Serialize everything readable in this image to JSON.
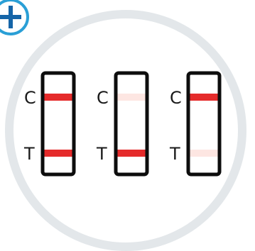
{
  "colors": {
    "ring": "#e3e7ea",
    "cassette_stroke": "#0d0d0d",
    "line_strong": "#e52b2b",
    "line_faint": "#fde6e2",
    "label": "#1a1a1a",
    "plus_stroke": "#2a9fd6",
    "plus_fill": "#ffffff",
    "plus_cross": "#1565a8"
  },
  "icons": {
    "corner": "plus-circle-icon"
  },
  "strips": [
    {
      "name": "strip-positive",
      "control": {
        "label": "C",
        "intensity": "strong"
      },
      "test": {
        "label": "T",
        "intensity": "strong"
      }
    },
    {
      "name": "strip-invalid",
      "control": {
        "label": "C",
        "intensity": "faint"
      },
      "test": {
        "label": "T",
        "intensity": "strong"
      }
    },
    {
      "name": "strip-negative",
      "control": {
        "label": "C",
        "intensity": "strong"
      },
      "test": {
        "label": "T",
        "intensity": "faint"
      }
    }
  ]
}
